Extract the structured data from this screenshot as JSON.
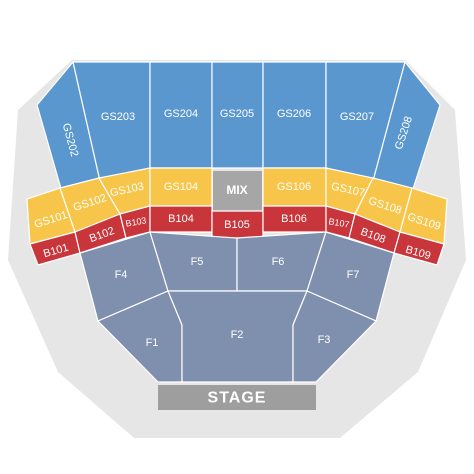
{
  "colors": {
    "outline": "#e6e6e6",
    "gs_upper": "#5b97cf",
    "gs_mid": "#f7c54a",
    "box": "#c8353b",
    "floor": "#7f8fae",
    "mix": "#a6a6a6",
    "stage": "#9e9e9e",
    "label": "#ffffff"
  },
  "venue": {
    "stage_label": "STAGE",
    "mix_label": "MIX"
  },
  "sections": {
    "gs202": "GS202",
    "gs203": "GS203",
    "gs204": "GS204",
    "gs205": "GS205",
    "gs206": "GS206",
    "gs207": "GS207",
    "gs208": "GS208",
    "gs101": "GS101",
    "gs102": "GS102",
    "gs103": "GS103",
    "gs104": "GS104",
    "gs106": "GS106",
    "gs107": "GS107",
    "gs108": "GS108",
    "gs109": "GS109",
    "b101": "B101",
    "b102": "B102",
    "b103": "B103",
    "b104": "B104",
    "b105": "B105",
    "b106": "B106",
    "b107": "B107",
    "b108": "B108",
    "b109": "B109",
    "f1": "F1",
    "f2": "F2",
    "f3": "F3",
    "f4": "F4",
    "f5": "F5",
    "f6": "F6",
    "f7": "F7"
  }
}
